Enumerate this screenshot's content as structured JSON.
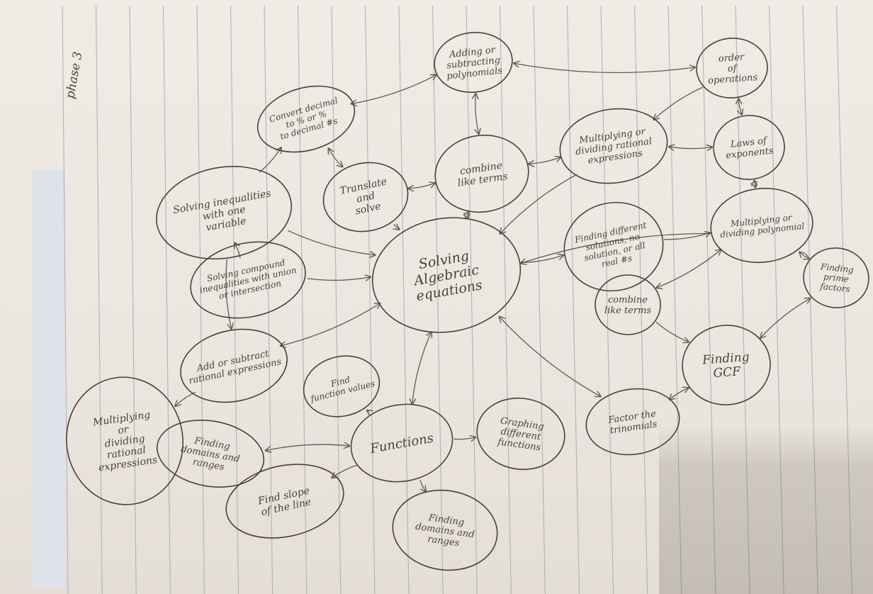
{
  "page": {
    "margin_note": "phase 3",
    "colors": {
      "paper": "#ece8e1",
      "ink": "#4a4238",
      "rule": "#9aa3b0",
      "tab": "#dfe2e8"
    }
  },
  "nodes": [
    {
      "id": "adding-subtracting-polynomials",
      "lines": [
        "Adding or",
        "subtracting",
        "polynomials"
      ]
    },
    {
      "id": "order-of-operations",
      "lines": [
        "order",
        "of",
        "operations"
      ]
    },
    {
      "id": "convert-decimal",
      "lines": [
        "Convert decimal",
        "to % or %",
        "to decimal #s"
      ]
    },
    {
      "id": "laws-of-exponents",
      "lines": [
        "Laws of",
        "exponents"
      ]
    },
    {
      "id": "multiplying-dividing-rational",
      "lines": [
        "Multiplying or",
        "dividing rational",
        "expressions"
      ]
    },
    {
      "id": "combine-like-terms-top",
      "lines": [
        "combine",
        "like terms"
      ]
    },
    {
      "id": "translate-and-solve",
      "lines": [
        "Translate",
        "and",
        "solve"
      ]
    },
    {
      "id": "solving-inequalities",
      "lines": [
        "Solving inequalities",
        "with one",
        "variable"
      ]
    },
    {
      "id": "multiplying-dividing-polynomial",
      "lines": [
        "Multiplying or",
        "dividing polynomial"
      ]
    },
    {
      "id": "different-solutions",
      "lines": [
        "Finding different",
        "solutions, no",
        "solution, or all",
        "real #s"
      ]
    },
    {
      "id": "solving-algebraic-equations",
      "lines": [
        "Solving",
        "Algebraic",
        "equations"
      ]
    },
    {
      "id": "compound-inequalities",
      "lines": [
        "Solving compound",
        "inequalities with union",
        "or intersection"
      ]
    },
    {
      "id": "finding-prime-factors",
      "lines": [
        "Finding",
        "prime",
        "factors"
      ]
    },
    {
      "id": "combine-like-terms-right",
      "lines": [
        "combine",
        "like terms"
      ]
    },
    {
      "id": "add-subtract-rational",
      "lines": [
        "Add or subtract",
        "rational expressions"
      ]
    },
    {
      "id": "finding-gcf",
      "lines": [
        "Finding",
        "GCF"
      ]
    },
    {
      "id": "find-function-values",
      "lines": [
        "Find",
        "function values"
      ]
    },
    {
      "id": "multiplying-dividing-rational-left",
      "lines": [
        "Multiplying",
        "or",
        "dividing",
        "rational",
        "expressions"
      ]
    },
    {
      "id": "factor-trinomials",
      "lines": [
        "Factor the",
        "trinomials"
      ]
    },
    {
      "id": "functions",
      "lines": [
        "Functions"
      ]
    },
    {
      "id": "graphing-different-functions",
      "lines": [
        "Graphing",
        "different",
        "functions"
      ]
    },
    {
      "id": "domains-ranges-left",
      "lines": [
        "Finding",
        "domains and",
        "ranges"
      ]
    },
    {
      "id": "slope-of-line",
      "lines": [
        "Find slope",
        "of the line"
      ]
    },
    {
      "id": "domains-ranges-bottom",
      "lines": [
        "Finding",
        "domains and",
        "ranges"
      ]
    }
  ]
}
